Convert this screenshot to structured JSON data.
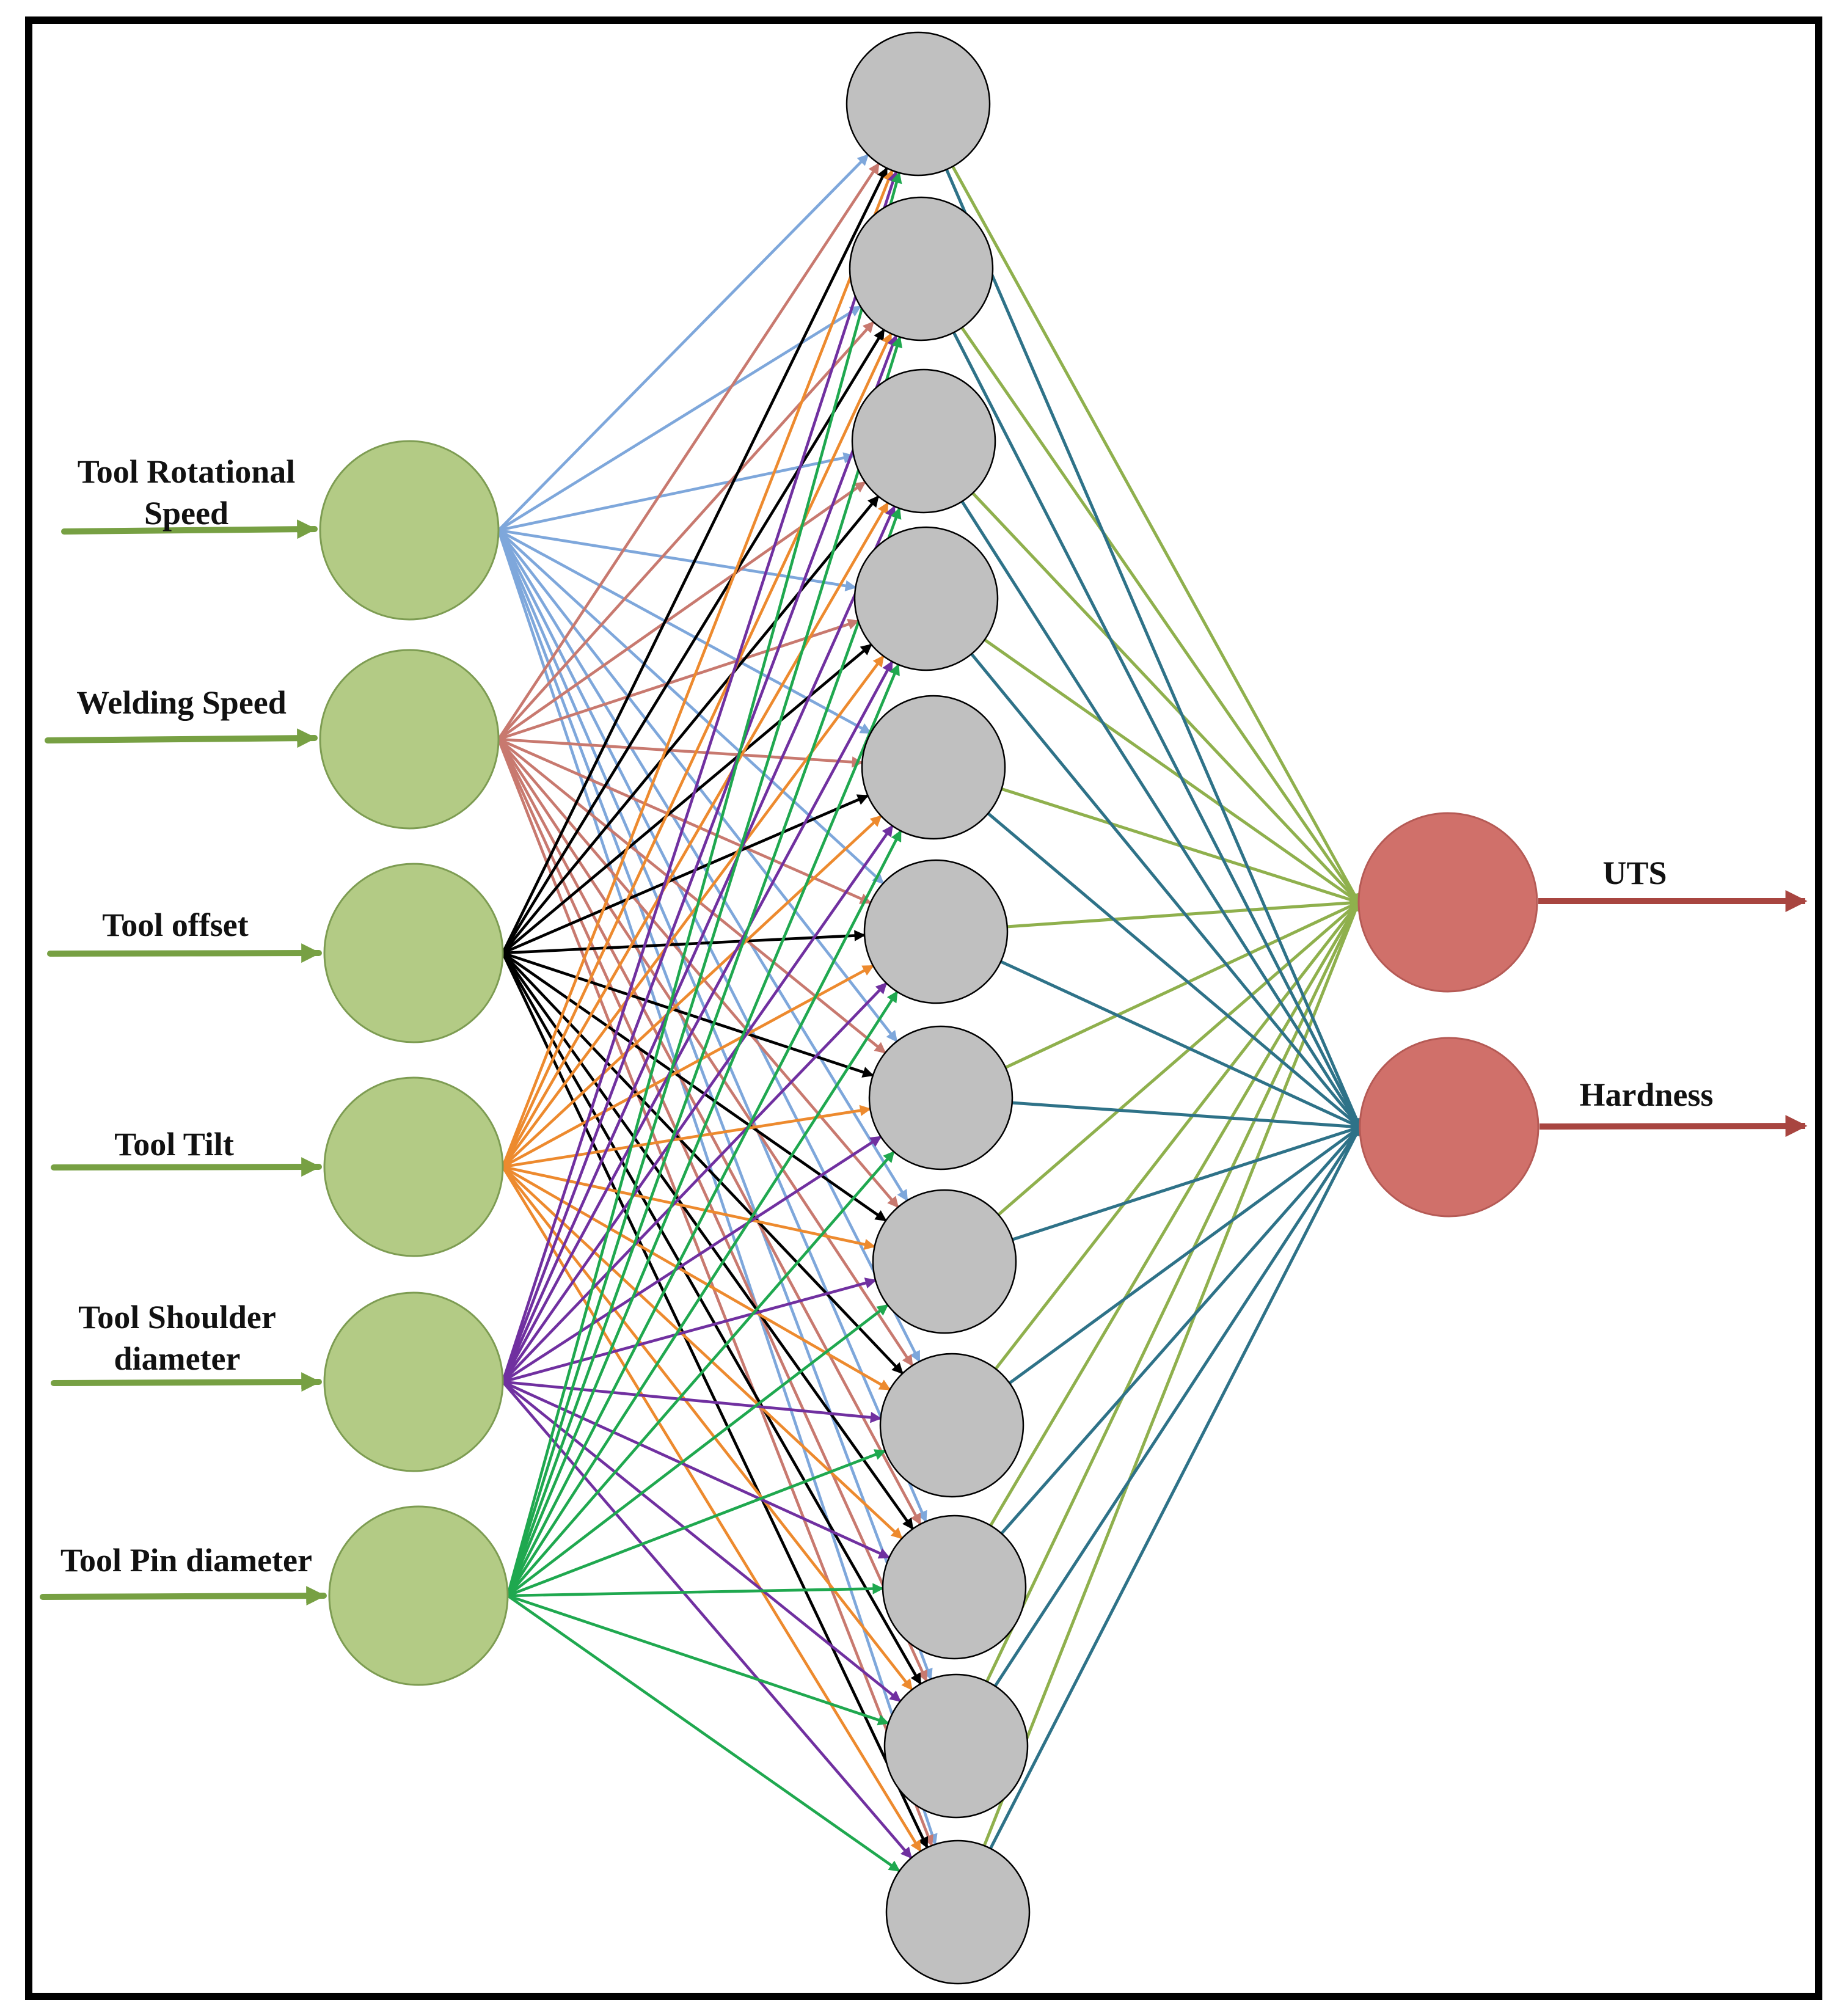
{
  "inputs": [
    {
      "label_lines": [
        "Tool Rotational",
        "Speed"
      ]
    },
    {
      "label_lines": [
        "Welding Speed"
      ]
    },
    {
      "label_lines": [
        "Tool offset"
      ]
    },
    {
      "label_lines": [
        "Tool Tilt"
      ]
    },
    {
      "label_lines": [
        "Tool Shoulder",
        "diameter"
      ]
    },
    {
      "label_lines": [
        "Tool Pin diameter"
      ]
    }
  ],
  "hidden_count": 12,
  "outputs": [
    {
      "label": "UTS"
    },
    {
      "label": "Hardness"
    }
  ],
  "colors": {
    "input_node": "#b3cb85",
    "hidden_node": "#c0c0c0",
    "output_node": "#d0706a",
    "input_arrow": "#77a043",
    "output_arrow": "#a84540",
    "input_connections": [
      "#7ea7db",
      "#c8796f",
      "#000000",
      "#ed8a2e",
      "#7030a0",
      "#1fa84f"
    ],
    "output_connections": [
      "#8fb04d",
      "#2e7288"
    ]
  }
}
